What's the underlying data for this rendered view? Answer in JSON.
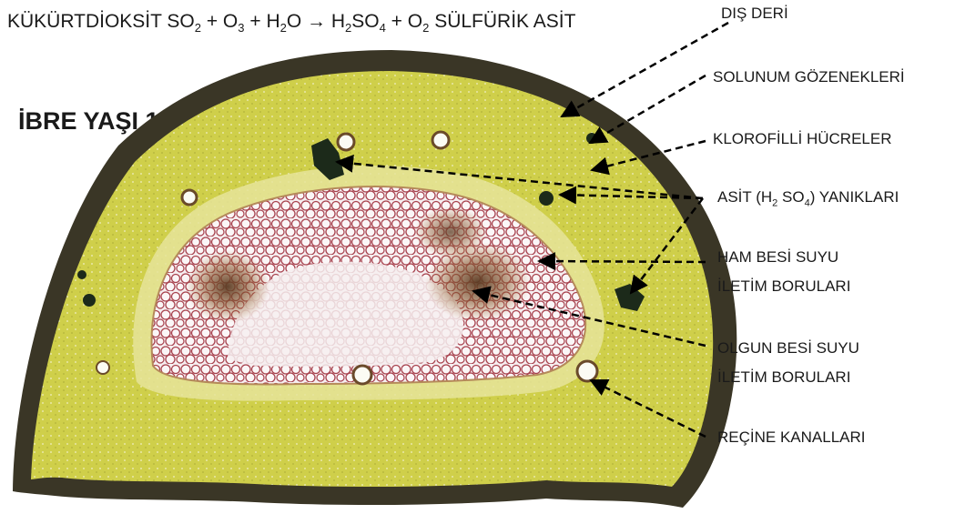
{
  "equation": {
    "p1": "KÜKÜRTDİOKSİT SO",
    "s1": "2",
    "p2": " + O",
    "s2": "3",
    "p3": " + H",
    "s3": "2",
    "p4": "O → H",
    "s4": "2",
    "p5": "SO",
    "s5": "4",
    "p6": " + O",
    "s6": "2",
    "p7": " SÜLFÜRİK ASİT"
  },
  "title": "İBRE YAŞI 1",
  "labels": {
    "epidermis": "DIŞ DERİ",
    "stomata": "SOLUNUM GÖZENEKLERİ",
    "chlorophyll": "KLOROFİLLİ HÜCRELER",
    "acid": {
      "p1": "ASİT  (H",
      "s1": "2",
      "p2": " SO",
      "s2": "4",
      "p3": ") YANIKLARI"
    },
    "xylem_line1": "HAM BESİ SUYU",
    "xylem_line2": "İLETİM BORULARI",
    "phloem_line1": "OLGUN BESİ SUYU",
    "phloem_line2": "İLETİM BORULARI",
    "resin": "REÇİNE KANALLARI"
  },
  "colors": {
    "tissue": "#cfcf4a",
    "tissue_light": "#e6e49a",
    "epidermis": "#3a3626",
    "vascular": "#f6eef0",
    "cell_wall": "#a8424e",
    "burn": "#1c2a1a",
    "arrow": "#000000"
  }
}
